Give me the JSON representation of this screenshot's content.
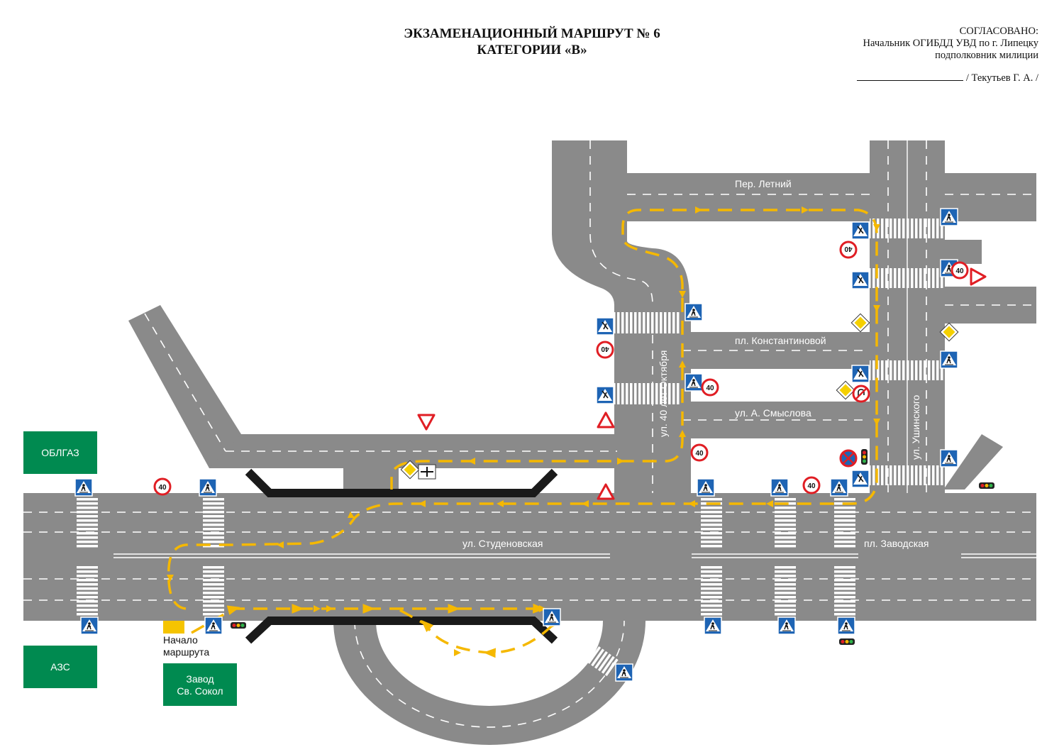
{
  "title": {
    "line1": "ЭКЗАМЕНАЦИОННЫЙ МАРШРУТ № 6",
    "line2": "КАТЕГОРИИ «В»"
  },
  "approval": {
    "label": "СОГЛАСОВАНО:",
    "position": "Начальник ОГИБДД УВД по г. Липецку",
    "rank": "подполковник милиции",
    "signature": "/ Текутьев Г. А. /"
  },
  "streets": {
    "letniy": "Пер. Летний",
    "konstantinovoy": "пл. Константиновой",
    "smyslova": "ул. А. Смыслова",
    "oktyabrya": "ул. 40 лет Октября",
    "ushinskogo": "ул. Ушинского",
    "studenovskaya": "ул. Студеновская",
    "zavodskaya": "пл. Заводская"
  },
  "places": {
    "oblgaz": "ОБЛГАЗ",
    "azs": "АЗС",
    "zavod_line1": "Завод",
    "zavod_line2": "Св. Сокол"
  },
  "start": {
    "line1": "Начало",
    "line2": "маршрута"
  },
  "sign_text": {
    "speed_limit": "40"
  },
  "colors": {
    "road": "#8a8a8a",
    "route": "#f5b800",
    "building_green": "#008a50",
    "sign_blue": "#1e64b4",
    "sign_red": "#e01e24",
    "separator": "#1a1a1a"
  }
}
